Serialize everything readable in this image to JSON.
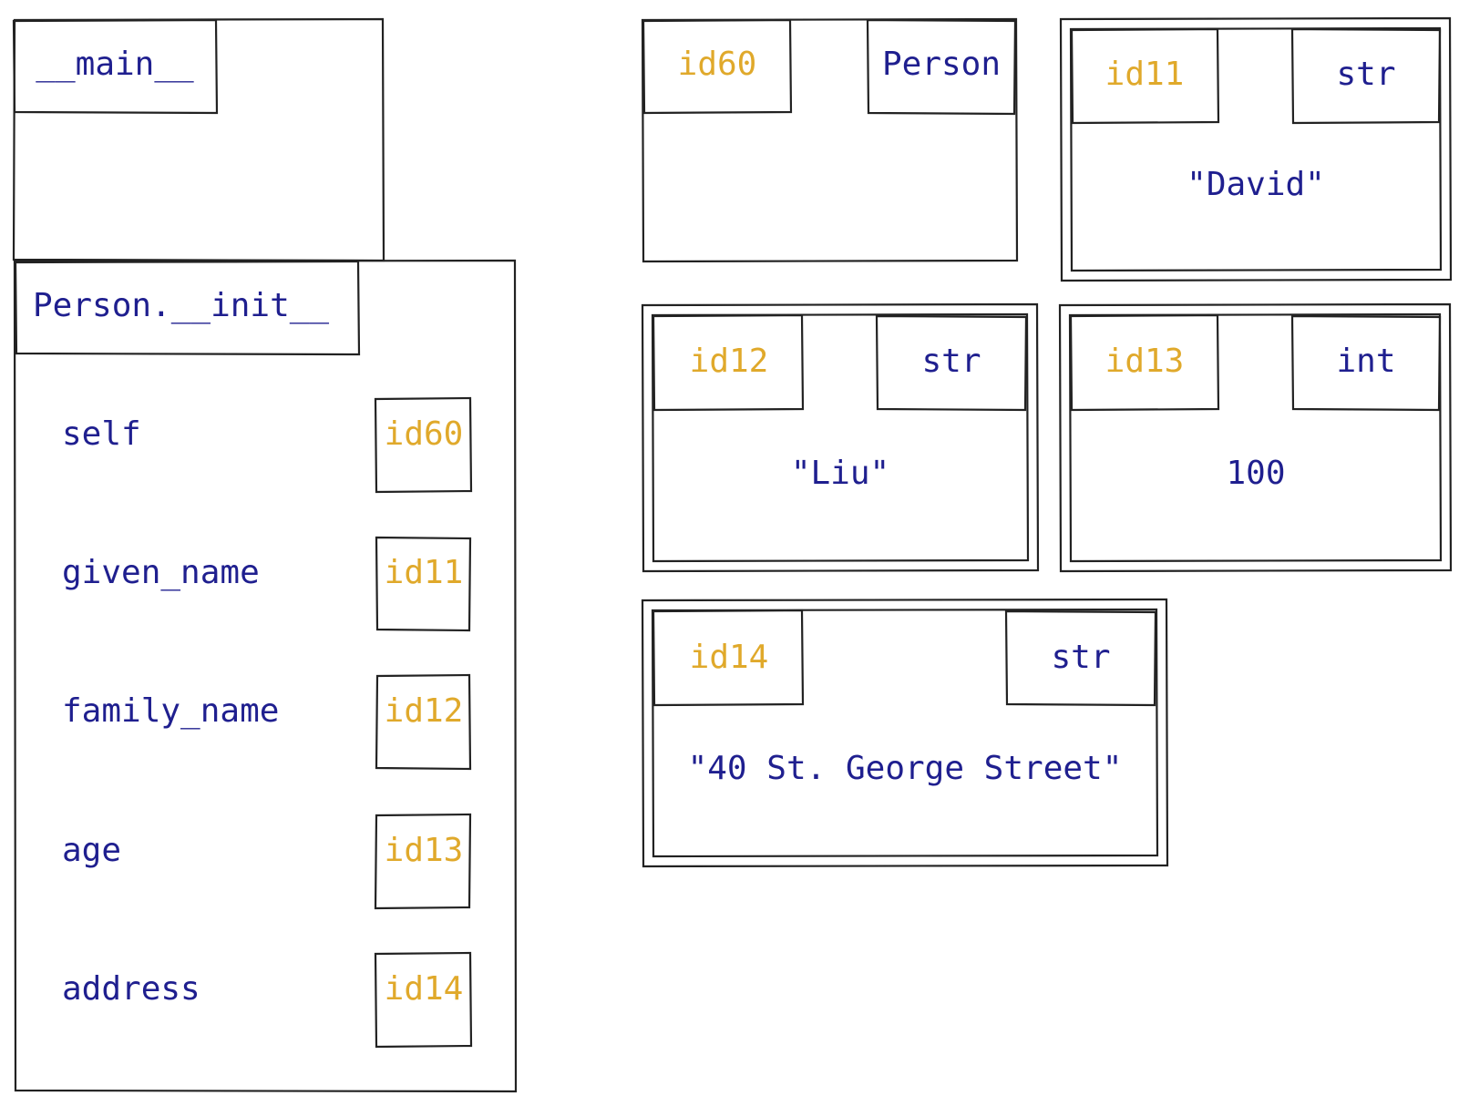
{
  "colors": {
    "name_text": "#1f1f8f",
    "id_text": "#e0a92b",
    "stroke": "#222222",
    "background": "#ffffff"
  },
  "frames": {
    "main": {
      "label": "__main__"
    },
    "init": {
      "label": "Person.__init__",
      "variables": [
        {
          "name": "self",
          "id": "id60"
        },
        {
          "name": "given_name",
          "id": "id11"
        },
        {
          "name": "family_name",
          "id": "id12"
        },
        {
          "name": "age",
          "id": "id13"
        },
        {
          "name": "address",
          "id": "id14"
        }
      ]
    }
  },
  "objects": [
    {
      "id": "id60",
      "type": "Person",
      "value": ""
    },
    {
      "id": "id11",
      "type": "str",
      "value": "\"David\""
    },
    {
      "id": "id12",
      "type": "str",
      "value": "\"Liu\""
    },
    {
      "id": "id13",
      "type": "int",
      "value": "100"
    },
    {
      "id": "id14",
      "type": "str",
      "value": "\"40 St. George Street\""
    }
  ]
}
